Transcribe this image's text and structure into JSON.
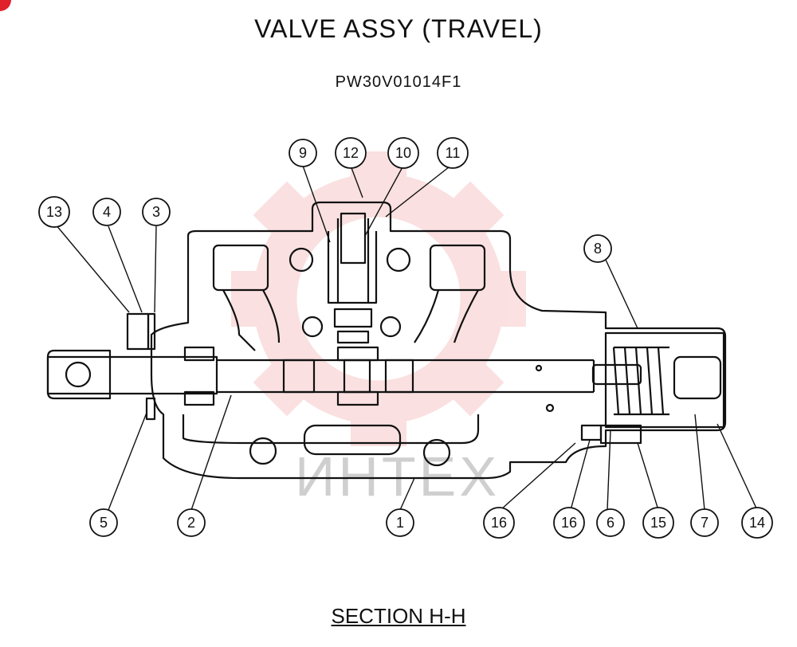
{
  "title": "VALVE  ASSY (TRAVEL)",
  "subtitle": "PW30V01014F1",
  "section_label": "SECTION H-H",
  "watermark_text": "ИНТЕХ",
  "colors": {
    "line": "#111111",
    "watermark": "#f3a9a9",
    "watermark_text": "#cfcfcf",
    "corner_mark": "#e0202b"
  },
  "callouts": [
    "9",
    "12",
    "10",
    "11",
    "13",
    "4",
    "3",
    "8",
    "5",
    "2",
    "1",
    "16",
    "16",
    "6",
    "15",
    "7",
    "14"
  ]
}
